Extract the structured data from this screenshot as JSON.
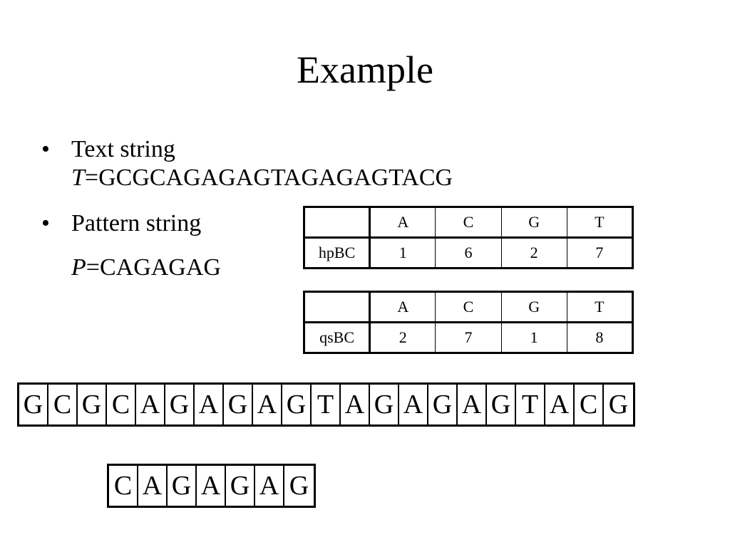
{
  "slide": {
    "title": "Example"
  },
  "bullets": {
    "marker": "•",
    "text_label": "Text string",
    "text_var": "T",
    "text_eq": "=GCGCAGAGAGTAGAGAGTACG",
    "pattern_label": "Pattern string",
    "pattern_var": "P",
    "pattern_eq": "=CAGAGAG"
  },
  "hpbc_table": {
    "headers": [
      "",
      "A",
      "C",
      "G",
      "T"
    ],
    "row_label": "hpBC",
    "values": [
      "1",
      "6",
      "2",
      "7"
    ]
  },
  "qsbc_table": {
    "headers": [
      "",
      "A",
      "C",
      "G",
      "T"
    ],
    "row_label": "qsBC",
    "values": [
      "2",
      "7",
      "1",
      "8"
    ]
  },
  "text_strip": [
    "G",
    "C",
    "G",
    "C",
    "A",
    "G",
    "A",
    "G",
    "A",
    "G",
    "T",
    "A",
    "G",
    "A",
    "G",
    "A",
    "G",
    "T",
    "A",
    "C",
    "G"
  ],
  "pattern_strip": [
    "C",
    "A",
    "G",
    "A",
    "G",
    "A",
    "G"
  ]
}
